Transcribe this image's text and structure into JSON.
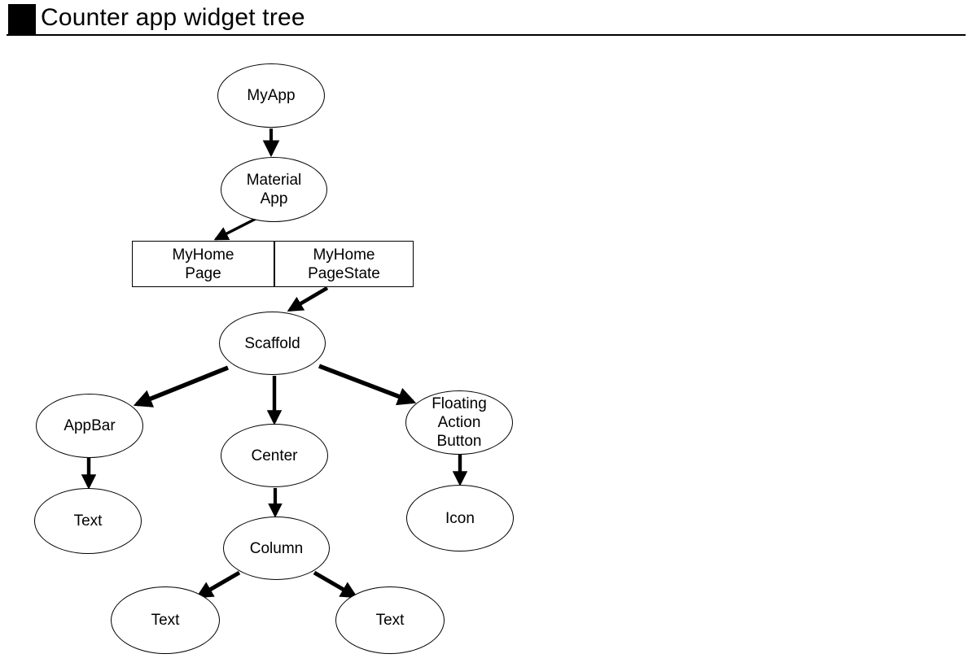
{
  "header": {
    "title": "Counter app widget tree",
    "bullet": "black-square-bullet"
  },
  "diagram": {
    "type": "tree",
    "nodes": [
      {
        "id": "myapp",
        "label": "MyApp",
        "shape": "ellipse"
      },
      {
        "id": "materialapp",
        "label": "Material\nApp",
        "shape": "ellipse"
      },
      {
        "id": "myhomepage",
        "label": "MyHome\nPage",
        "shape": "rectangle"
      },
      {
        "id": "myhomepagestate",
        "label": "MyHome\nPageState",
        "shape": "rectangle"
      },
      {
        "id": "scaffold",
        "label": "Scaffold",
        "shape": "ellipse"
      },
      {
        "id": "appbar",
        "label": "AppBar",
        "shape": "ellipse"
      },
      {
        "id": "center",
        "label": "Center",
        "shape": "ellipse"
      },
      {
        "id": "fab",
        "label": "Floating\nAction\nButton",
        "shape": "ellipse"
      },
      {
        "id": "text-appbar",
        "label": "Text",
        "shape": "ellipse"
      },
      {
        "id": "icon",
        "label": "Icon",
        "shape": "ellipse"
      },
      {
        "id": "column",
        "label": "Column",
        "shape": "ellipse"
      },
      {
        "id": "text-left",
        "label": "Text",
        "shape": "ellipse"
      },
      {
        "id": "text-right",
        "label": "Text",
        "shape": "ellipse"
      }
    ],
    "edges": [
      {
        "from": "myapp",
        "to": "materialapp"
      },
      {
        "from": "materialapp",
        "to": "myhomepage"
      },
      {
        "from": "myhomepagestate",
        "to": "scaffold"
      },
      {
        "from": "scaffold",
        "to": "appbar"
      },
      {
        "from": "scaffold",
        "to": "center"
      },
      {
        "from": "scaffold",
        "to": "fab"
      },
      {
        "from": "appbar",
        "to": "text-appbar"
      },
      {
        "from": "center",
        "to": "column"
      },
      {
        "from": "fab",
        "to": "icon"
      },
      {
        "from": "column",
        "to": "text-left"
      },
      {
        "from": "column",
        "to": "text-right"
      }
    ],
    "colors": {
      "stroke": "#000000",
      "fill": "#ffffff",
      "background": "#ffffff"
    }
  }
}
